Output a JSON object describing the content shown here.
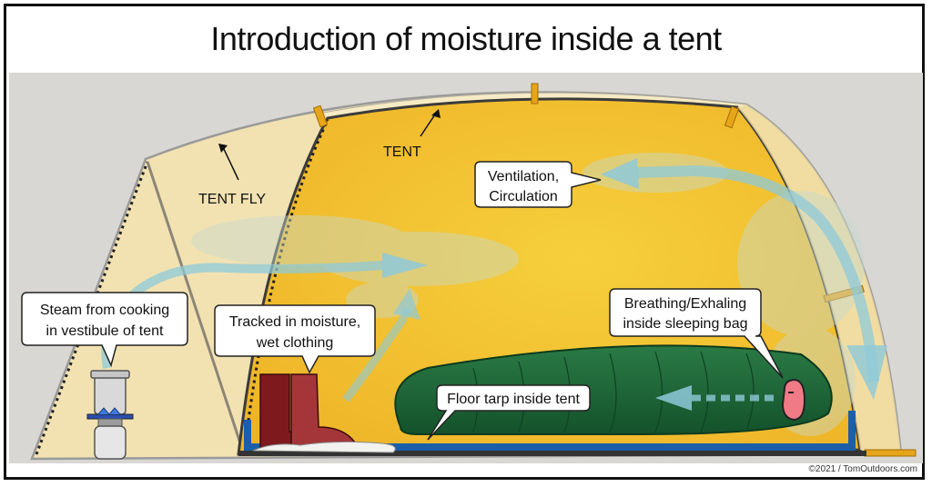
{
  "title": "Introduction of moisture inside a tent",
  "labels": {
    "tent_fly": "TENT FLY",
    "tent": "TENT"
  },
  "callouts": {
    "steam": [
      "Steam from cooking",
      "in vestibule of tent"
    ],
    "tracked": [
      "Tracked in moisture,",
      "wet clothing"
    ],
    "ventilation": [
      "Ventilation,",
      "Circulation"
    ],
    "breathing": [
      "Breathing/Exhaling",
      "inside sleeping bag"
    ],
    "floor": [
      "Floor tarp inside tent"
    ]
  },
  "copyright": "©2021 / TomOutdoors.com",
  "colors": {
    "tent_interior": "#f2c230",
    "fly": "#f3e2b0",
    "sleeping_bag": "#1f6b3a",
    "boot": "#8a1f22",
    "floor_tarp": "#1b5fa8",
    "airflow": "#8ec9d9"
  }
}
